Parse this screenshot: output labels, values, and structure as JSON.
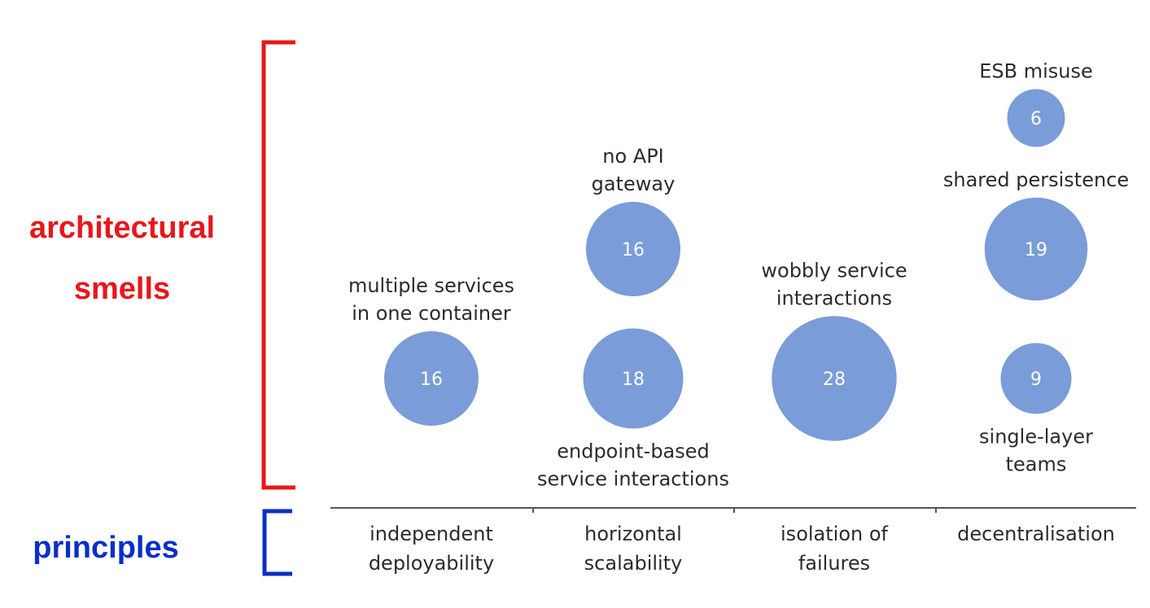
{
  "left_labels": {
    "architectural_smells": [
      "architectural",
      "smells"
    ],
    "principles": "principles",
    "architectural_color": "#e8161b",
    "principles_color": "#0a2fc8"
  },
  "colors": {
    "bubble": "#7a9cd8",
    "axis": "#555555"
  },
  "chart_data": {
    "type": "bubble",
    "title": "",
    "xlabel": "",
    "ylabel": "",
    "categories": [
      "independent deployability",
      "horizontal scalability",
      "isolation of failures",
      "decentralisation"
    ],
    "category_labels": [
      [
        "independent",
        "deployability"
      ],
      [
        "horizontal",
        "scalability"
      ],
      [
        "isolation of",
        "failures"
      ],
      [
        "decentralisation"
      ]
    ],
    "points": [
      {
        "name": "multiple services in one container",
        "label_lines": [
          "multiple services",
          "in one container"
        ],
        "label_pos": "above",
        "category": "independent deployability",
        "value": 16
      },
      {
        "name": "no API gateway",
        "label_lines": [
          "no API",
          "gateway"
        ],
        "label_pos": "above",
        "category": "horizontal scalability",
        "value": 16
      },
      {
        "name": "endpoint-based service interactions",
        "label_lines": [
          "endpoint-based",
          "service interactions"
        ],
        "label_pos": "below",
        "category": "horizontal scalability",
        "value": 18
      },
      {
        "name": "wobbly service interactions",
        "label_lines": [
          "wobbly service",
          "interactions"
        ],
        "label_pos": "above",
        "category": "isolation of failures",
        "value": 28
      },
      {
        "name": "ESB misuse",
        "label_lines": [
          "ESB misuse"
        ],
        "label_pos": "above",
        "category": "decentralisation",
        "value": 6
      },
      {
        "name": "shared persistence",
        "label_lines": [
          "shared persistence"
        ],
        "label_pos": "above",
        "category": "decentralisation",
        "value": 19
      },
      {
        "name": "single-layer teams",
        "label_lines": [
          "single-layer",
          "teams"
        ],
        "label_pos": "below",
        "category": "decentralisation",
        "value": 9
      }
    ]
  }
}
